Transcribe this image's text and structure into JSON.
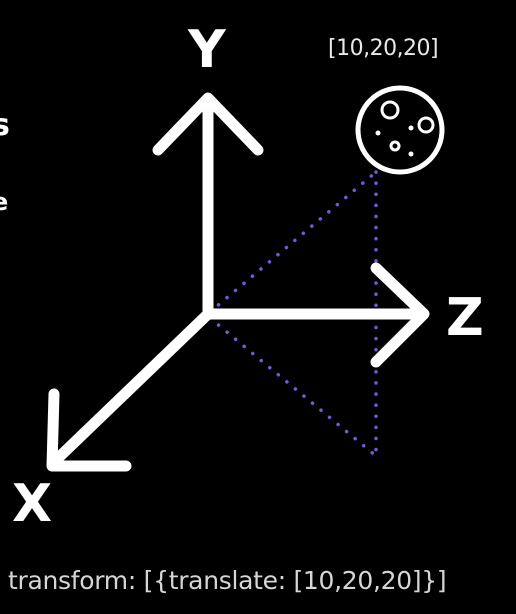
{
  "axes": {
    "y_label": "Y",
    "z_label": "Z",
    "x_label": "X"
  },
  "object": {
    "coordinates_label": "[10,20,20]",
    "icon": "moon-icon"
  },
  "code": {
    "transform_text": "transform: [{translate: [10,20,20]}]"
  },
  "edge_fragments": [
    "s",
    "e"
  ],
  "colors": {
    "background": "#000000",
    "axis": "#ffffff",
    "guide_dots": "#6b5fd6",
    "text": "#ffffff",
    "code_text": "#d6d6d6"
  }
}
